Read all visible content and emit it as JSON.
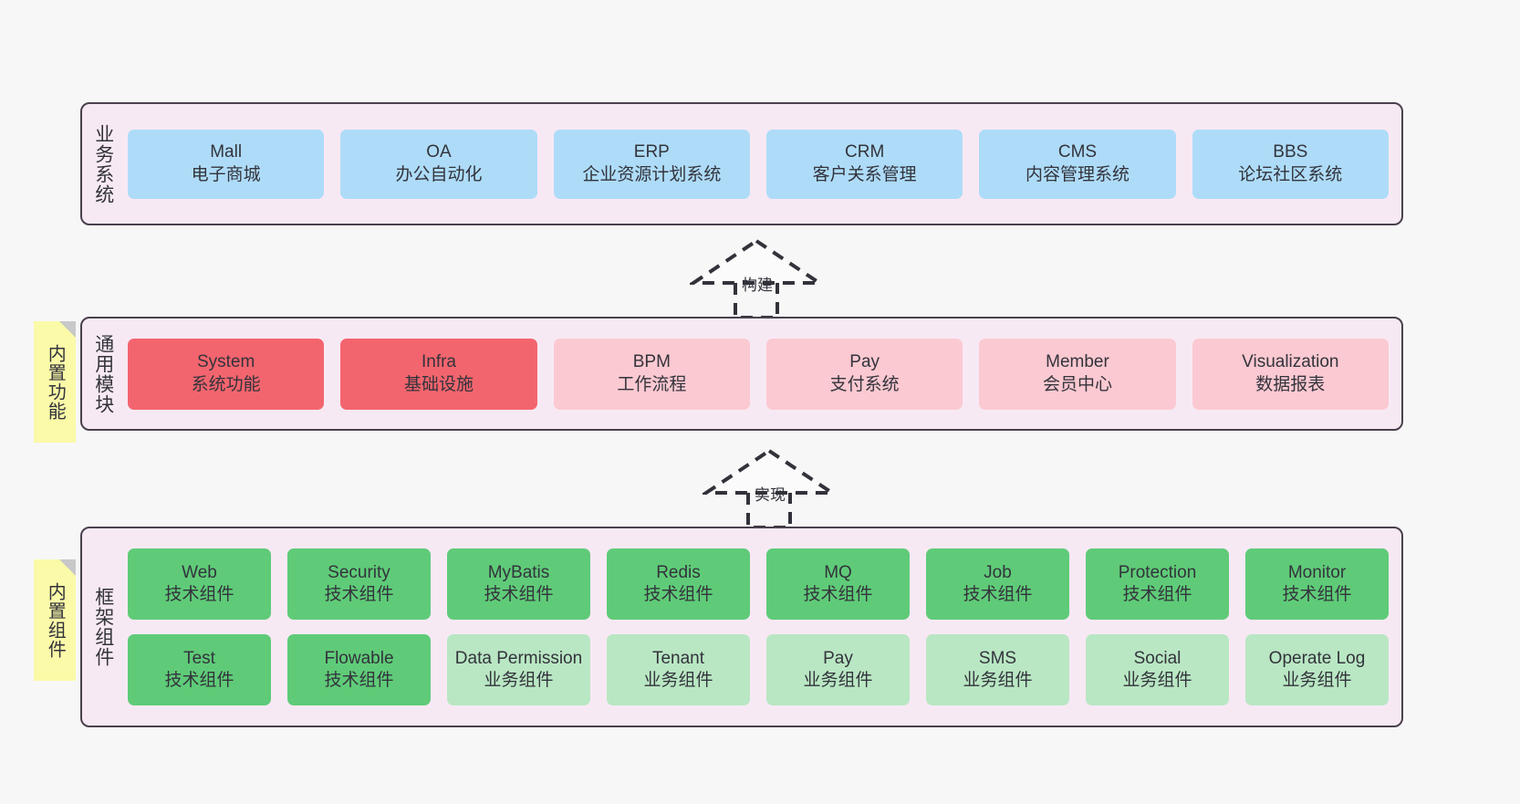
{
  "diagram": {
    "background_color": "#f7f7f7",
    "section_bg": "#f7e9f4",
    "section_border": "#4a414d",
    "note_color": "#fbfaa8",
    "colors": {
      "blue": "#aedcf8",
      "red": "#f3656e",
      "pink": "#fbc9d1",
      "green": "#5fcb78",
      "lightgreen": "#b9e7c3"
    }
  },
  "sections": {
    "business": {
      "label": "业务系统",
      "cards": [
        {
          "t1": "Mall",
          "t2": "电子商城",
          "color": "blue"
        },
        {
          "t1": "OA",
          "t2": "办公自动化",
          "color": "blue"
        },
        {
          "t1": "ERP",
          "t2": "企业资源计划系统",
          "color": "blue"
        },
        {
          "t1": "CRM",
          "t2": "客户关系管理",
          "color": "blue"
        },
        {
          "t1": "CMS",
          "t2": "内容管理系统",
          "color": "blue"
        },
        {
          "t1": "BBS",
          "t2": "论坛社区系统",
          "color": "blue"
        }
      ]
    },
    "common": {
      "label": "通用模块",
      "note": "内置功能",
      "cards": [
        {
          "t1": "System",
          "t2": "系统功能",
          "color": "red"
        },
        {
          "t1": "Infra",
          "t2": "基础设施",
          "color": "red"
        },
        {
          "t1": "BPM",
          "t2": "工作流程",
          "color": "pink"
        },
        {
          "t1": "Pay",
          "t2": "支付系统",
          "color": "pink"
        },
        {
          "t1": "Member",
          "t2": "会员中心",
          "color": "pink"
        },
        {
          "t1": "Visualization",
          "t2": "数据报表",
          "color": "pink"
        }
      ]
    },
    "framework": {
      "label": "框架组件",
      "note": "内置组件",
      "row1": [
        {
          "t1": "Web",
          "t2": "技术组件",
          "color": "green"
        },
        {
          "t1": "Security",
          "t2": "技术组件",
          "color": "green"
        },
        {
          "t1": "MyBatis",
          "t2": "技术组件",
          "color": "green"
        },
        {
          "t1": "Redis",
          "t2": "技术组件",
          "color": "green"
        },
        {
          "t1": "MQ",
          "t2": "技术组件",
          "color": "green"
        },
        {
          "t1": "Job",
          "t2": "技术组件",
          "color": "green"
        },
        {
          "t1": "Protection",
          "t2": "技术组件",
          "color": "green"
        },
        {
          "t1": "Monitor",
          "t2": "技术组件",
          "color": "green"
        }
      ],
      "row2": [
        {
          "t1": "Test",
          "t2": "技术组件",
          "color": "green"
        },
        {
          "t1": "Flowable",
          "t2": "技术组件",
          "color": "green"
        },
        {
          "t1": "Data Permission",
          "t2": "业务组件",
          "color": "lightgreen"
        },
        {
          "t1": "Tenant",
          "t2": "业务组件",
          "color": "lightgreen"
        },
        {
          "t1": "Pay",
          "t2": "业务组件",
          "color": "lightgreen"
        },
        {
          "t1": "SMS",
          "t2": "业务组件",
          "color": "lightgreen"
        },
        {
          "t1": "Social",
          "t2": "业务组件",
          "color": "lightgreen"
        },
        {
          "t1": "Operate Log",
          "t2": "业务组件",
          "color": "lightgreen"
        }
      ]
    }
  },
  "connectors": [
    {
      "label": "构建"
    },
    {
      "label": "实现"
    }
  ]
}
